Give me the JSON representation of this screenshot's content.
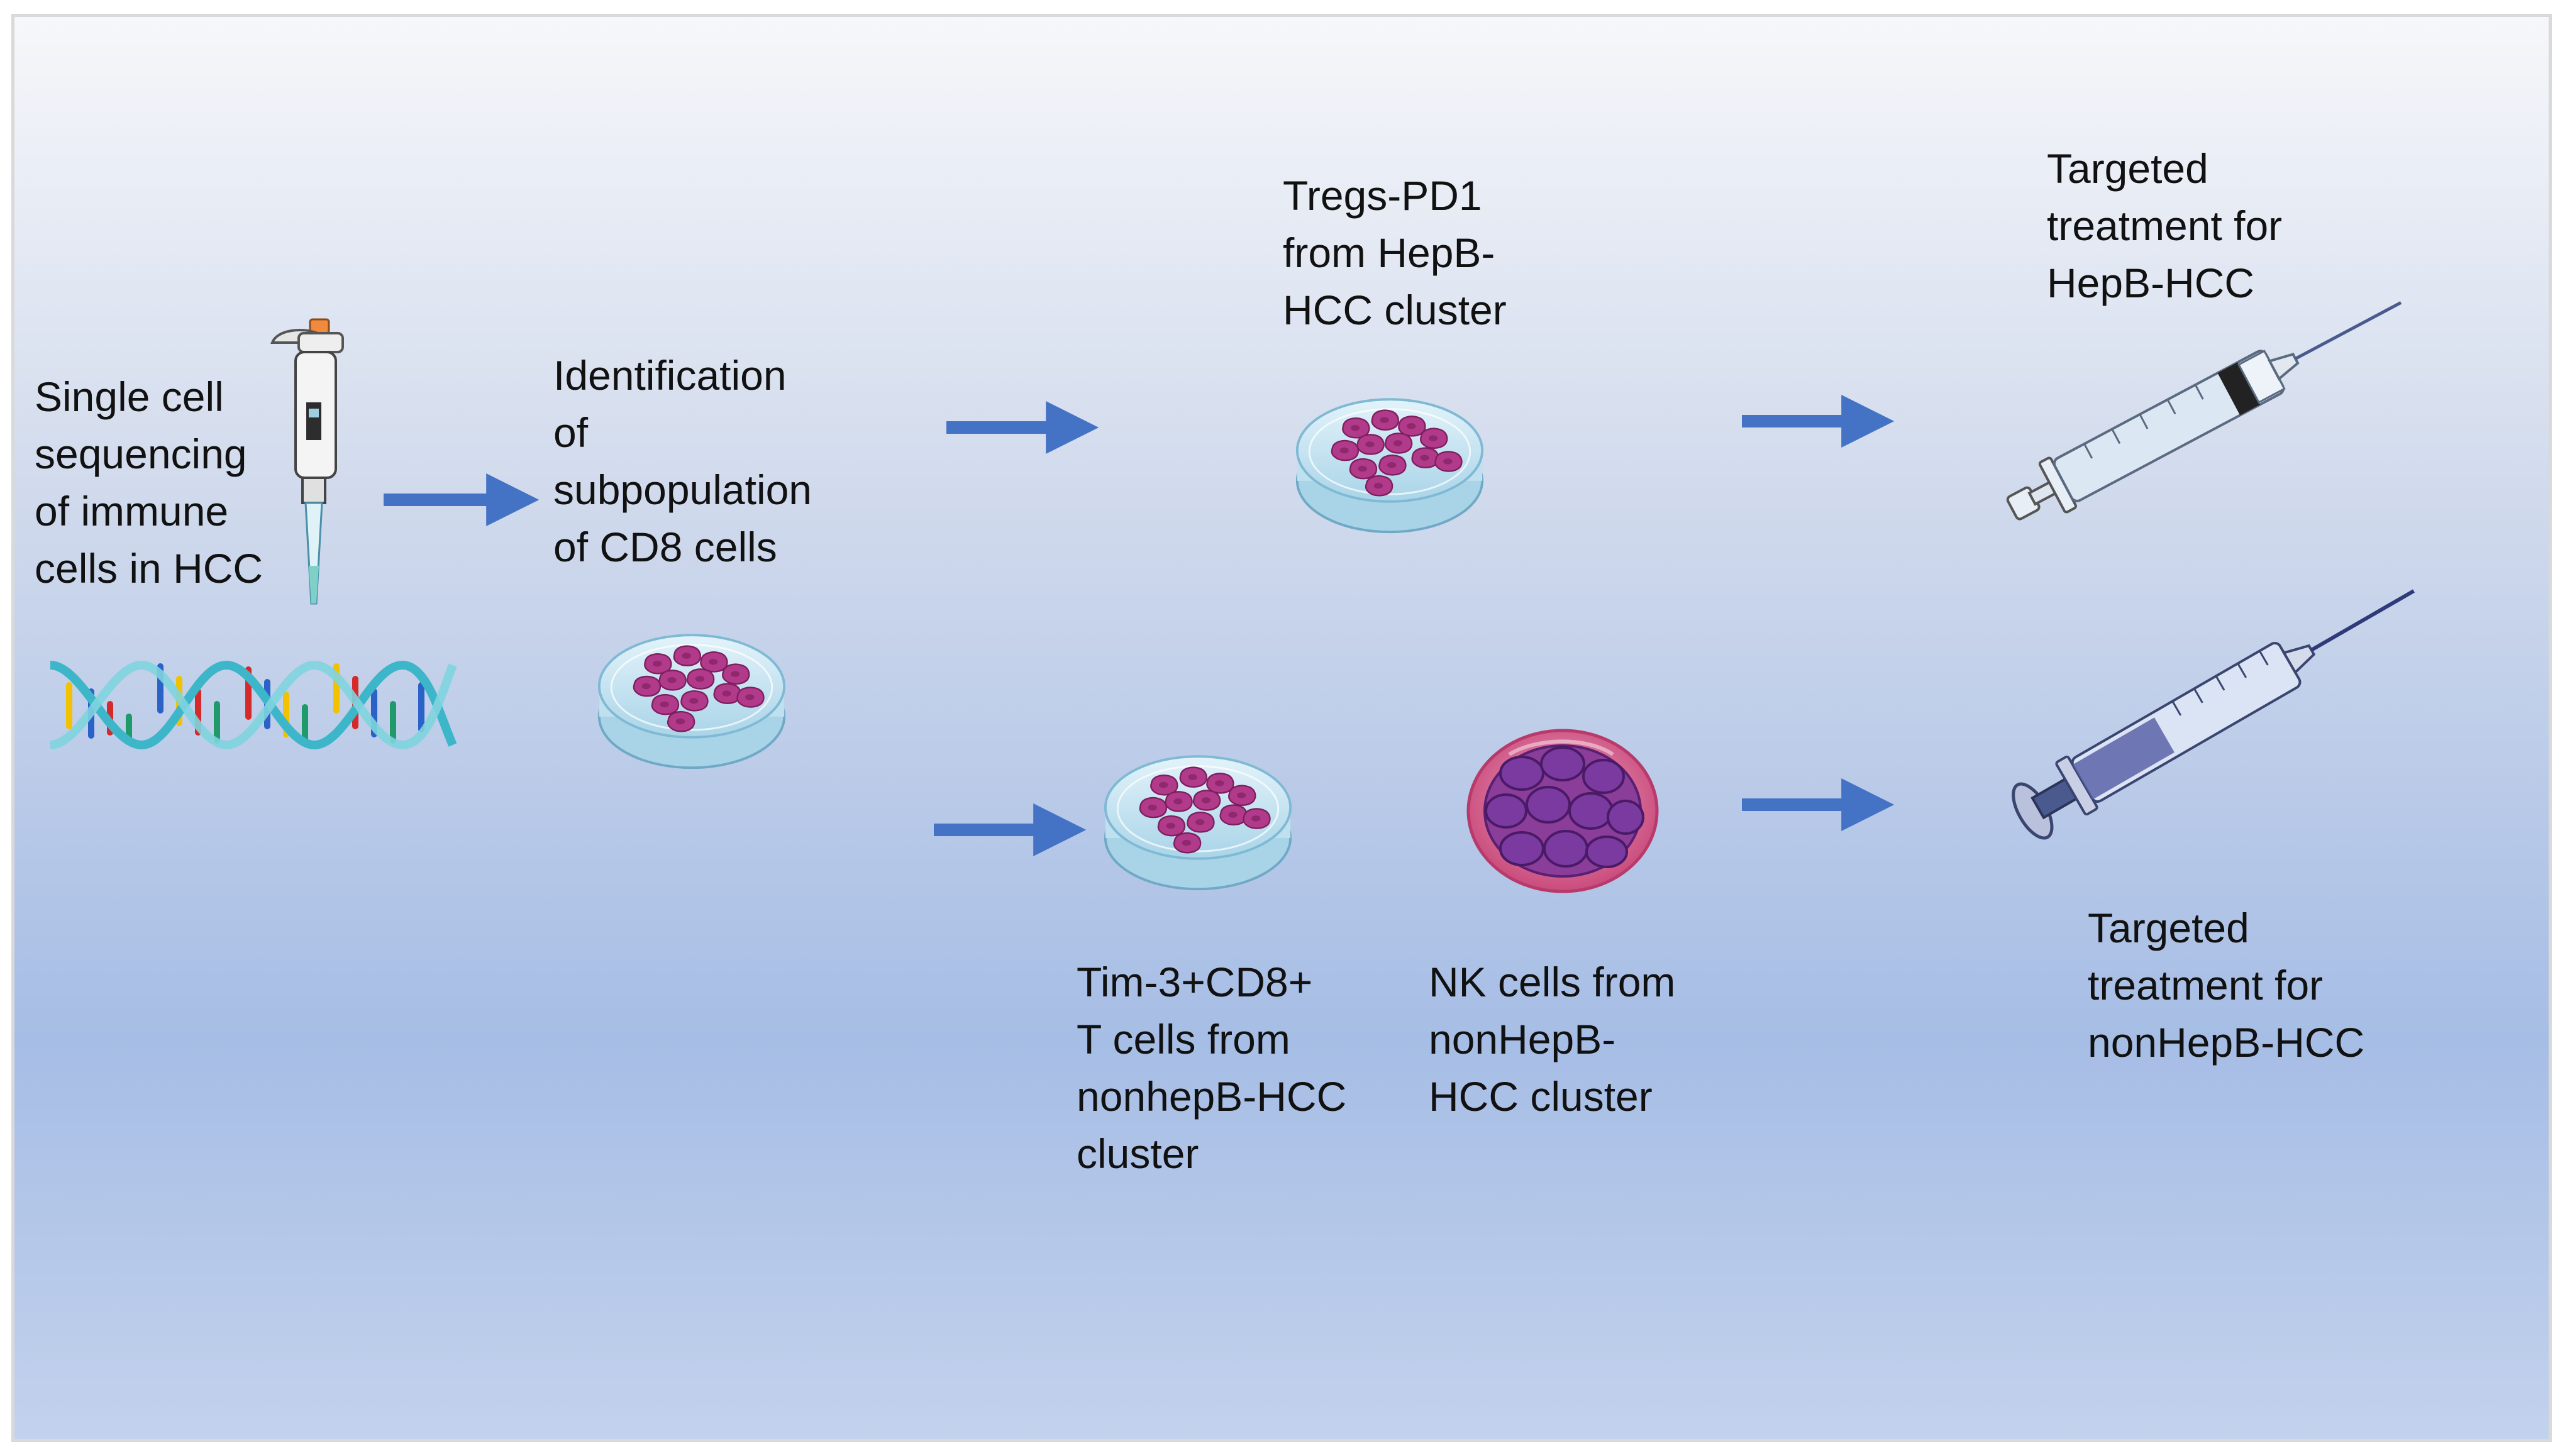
{
  "labels": {
    "step1": "Single cell\nsequencing\nof immune\ncells in HCC",
    "step2": "Identification\nof\nsubpopulation\nof CD8 cells",
    "tregs": "Tregs-PD1\nfrom HepB-\nHCC cluster",
    "tim3": "Tim-3+CD8+\nT cells from\nnonhepB-HCC\ncluster",
    "nk": "NK cells from\nnonHepB-\nHCC cluster",
    "treat_hepb": "Targeted\ntreatment for\nHepB-HCC",
    "treat_nonhepb": "Targeted\ntreatment for\nnonHepB-HCC"
  },
  "colors": {
    "arrow": "#4472c4",
    "dish_fill": "#cfe9f4",
    "dish_edge": "#7fb9d4",
    "cell": "#b23a8a",
    "cell_edge": "#7d1f5e",
    "nk_ring": "#e06a93",
    "nk_cell": "#6a2f86",
    "syringe_body": "#dbe8f4",
    "syringe_plunger": "#4a5a8e"
  },
  "icons": [
    "pipette-icon",
    "dna-helix-icon",
    "petri-dish-icon",
    "nk-cell-cluster-icon",
    "syringe-icon"
  ]
}
